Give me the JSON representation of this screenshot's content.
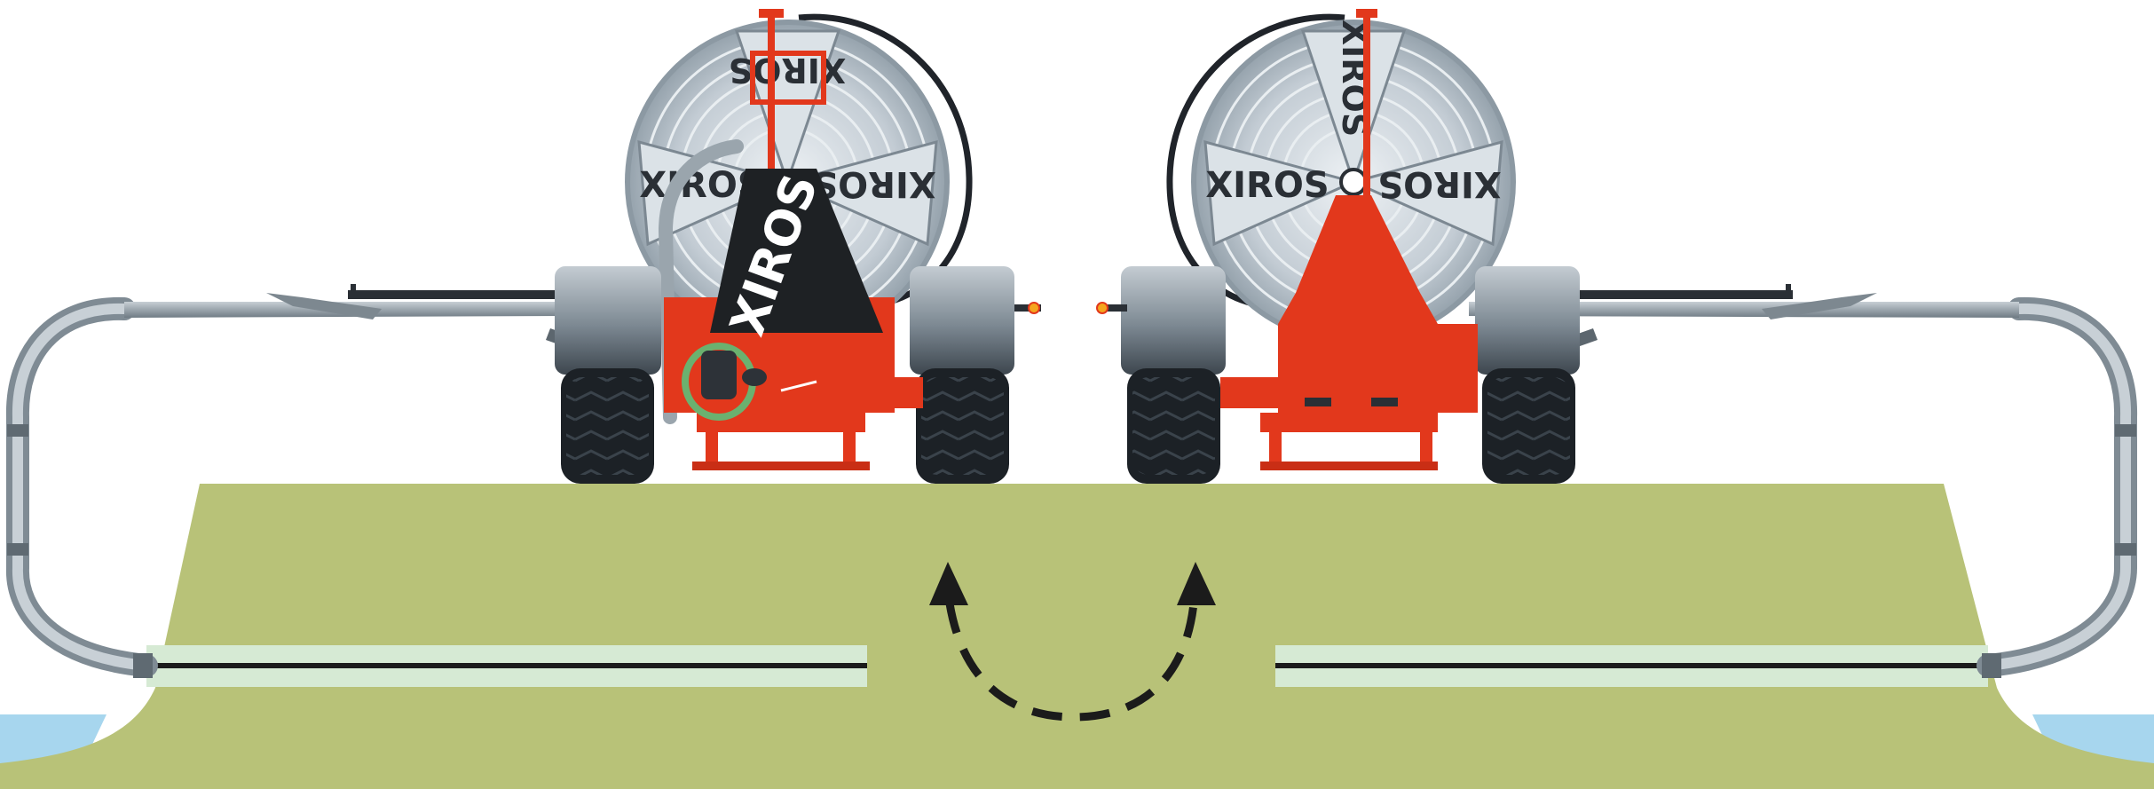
{
  "brand": {
    "logo": "XIROS"
  },
  "colors": {
    "sky": "#ffffff",
    "field": "#b8c278",
    "water": "#a7d6ee",
    "track_light": "#d6ead4",
    "track_line": "#1b1b1b",
    "machine_red": "#e2381c",
    "machine_dark": "#1e2124",
    "drum_grey": "#b7c1ca",
    "drum_rim": "#8c99a3",
    "tyre": "#1c2126",
    "guard_grey": "#7f8b94",
    "boom_grey": "#8f9aa2",
    "hose": "#20242a",
    "arrow": "#1b1b1b"
  },
  "scene": {
    "machines": [
      {
        "id": "rear-view",
        "view": "rear"
      },
      {
        "id": "front-view",
        "view": "front"
      }
    ],
    "turn_arrow": "u-turn"
  }
}
